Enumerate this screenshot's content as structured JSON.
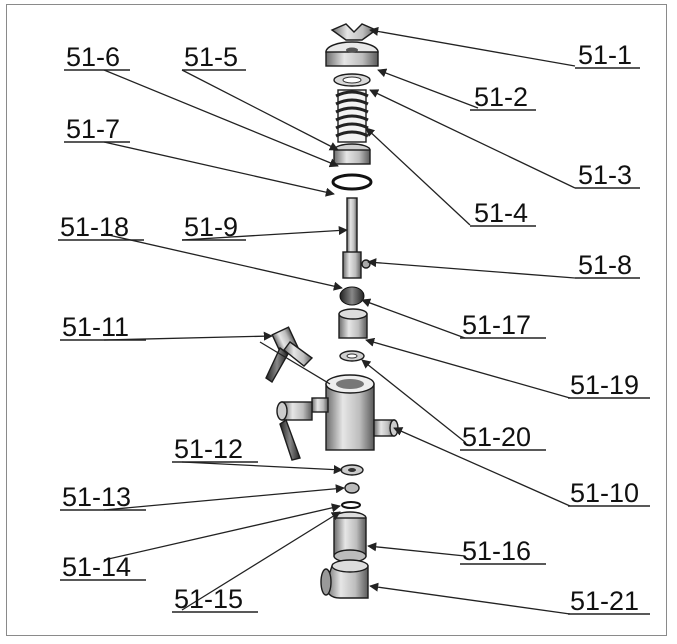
{
  "diagram": {
    "callouts": [
      {
        "id": "51-1",
        "label": "51-1"
      },
      {
        "id": "51-2",
        "label": "51-2"
      },
      {
        "id": "51-3",
        "label": "51-3"
      },
      {
        "id": "51-4",
        "label": "51-4"
      },
      {
        "id": "51-5",
        "label": "51-5"
      },
      {
        "id": "51-6",
        "label": "51-6"
      },
      {
        "id": "51-7",
        "label": "51-7"
      },
      {
        "id": "51-8",
        "label": "51-8"
      },
      {
        "id": "51-9",
        "label": "51-9"
      },
      {
        "id": "51-10",
        "label": "51-10"
      },
      {
        "id": "51-11",
        "label": "51-11"
      },
      {
        "id": "51-12",
        "label": "51-12"
      },
      {
        "id": "51-13",
        "label": "51-13"
      },
      {
        "id": "51-14",
        "label": "51-14"
      },
      {
        "id": "51-15",
        "label": "51-15"
      },
      {
        "id": "51-16",
        "label": "51-16"
      },
      {
        "id": "51-17",
        "label": "51-17"
      },
      {
        "id": "51-18",
        "label": "51-18"
      },
      {
        "id": "51-19",
        "label": "51-19"
      },
      {
        "id": "51-20",
        "label": "51-20"
      },
      {
        "id": "51-21",
        "label": "51-21"
      }
    ]
  }
}
